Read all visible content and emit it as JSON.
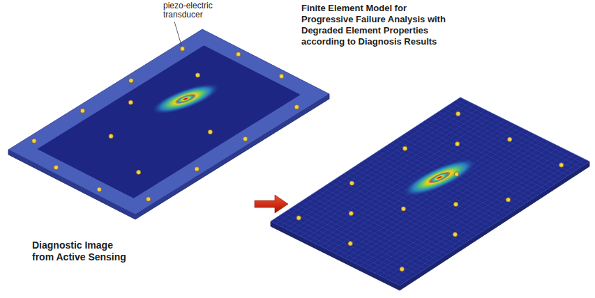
{
  "diagram": {
    "labels": [
      "piezo-electric transducer",
      "Diagnostic Image from Active Sensing",
      "Finite Element Model for Progressive Failure Analysis with Degraded Element Properties according to Diagnosis Results"
    ]
  }
}
